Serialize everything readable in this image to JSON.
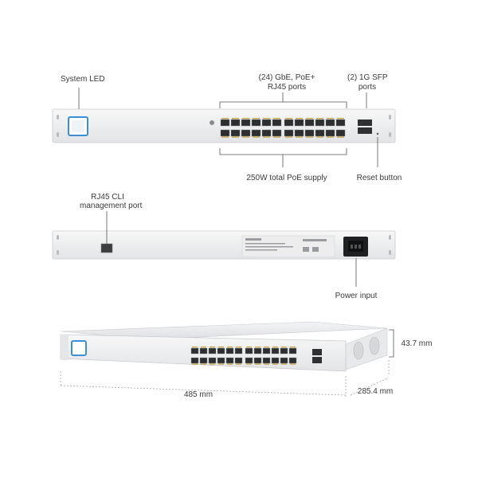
{
  "front_view": {
    "system_led_label": "System LED",
    "rj45_ports_label_line1": "(24) GbE, PoE+",
    "rj45_ports_label_line2": "RJ45 ports",
    "sfp_label_line1": "(2) 1G SFP",
    "sfp_label_line2": "ports",
    "poe_supply_label": "250W total PoE supply",
    "reset_label": "Reset button"
  },
  "rear_view": {
    "cli_label_line1": "RJ45 CLI",
    "cli_label_line2": "management port",
    "power_label": "Power input"
  },
  "dimensions": {
    "height_label": "43.7 mm",
    "width_label": "485 mm",
    "depth_label": "285.4 mm"
  }
}
